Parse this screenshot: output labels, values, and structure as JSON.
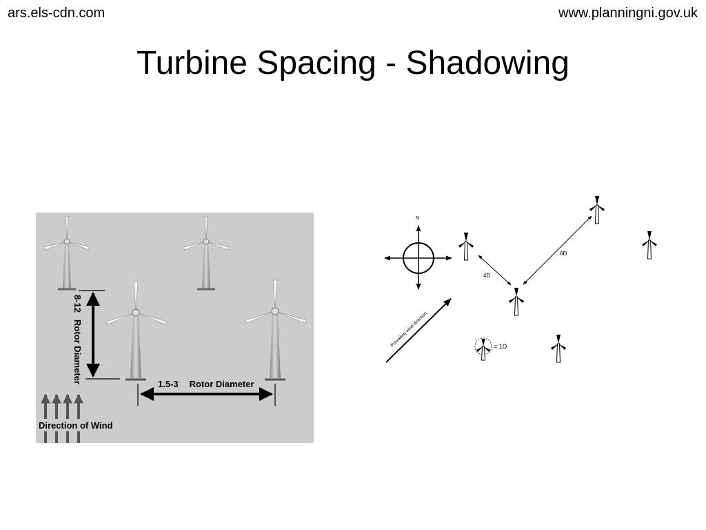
{
  "slide": {
    "source_left": "ars.els-cdn.com",
    "source_right": "www.planningni.gov.uk",
    "title": "Turbine Spacing - Shadowing"
  },
  "left_figure": {
    "vertical_spacing_number": "8-12",
    "vertical_spacing_unit": "Rotor Diameter",
    "horizontal_spacing_number": "1.5-3",
    "horizontal_spacing_unit": "Rotor Diameter",
    "wind_label": "Direction of Wind",
    "colors": {
      "panel": "#cccccc",
      "tower": "#a8a8a8",
      "arrow": "#555555"
    }
  },
  "right_figure": {
    "north_label": "N",
    "spacing_crosswind": "4D",
    "spacing_downwind": "6D",
    "wind_label": "Prevailing wind direction",
    "scale_label": "= 1D"
  }
}
